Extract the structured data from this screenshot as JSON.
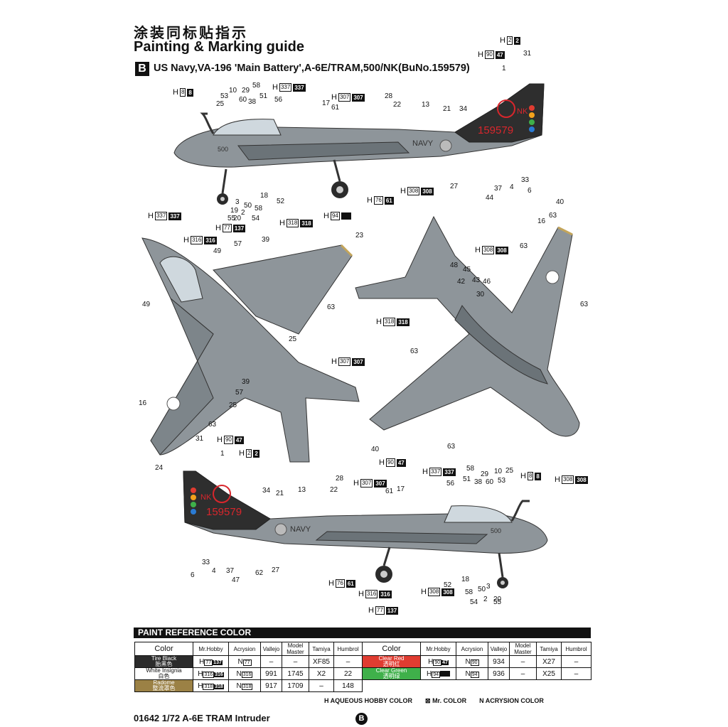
{
  "header": {
    "title_cn": "涂装同标贴指示",
    "title_en": "Painting & Marking guide",
    "variant_badge": "B",
    "subtitle": "US Navy,VA-196 'Main Battery',A-6E/TRAM,500/NK(BuNo.159579)"
  },
  "aircraft_markings": {
    "serial": "159579",
    "tail_code": "NK",
    "navy": "NAVY",
    "modex": "500"
  },
  "side_top": {
    "labels": [
      {
        "t": "1"
      },
      {
        "t": "31"
      },
      {
        "t": "53"
      },
      {
        "t": "10"
      },
      {
        "t": "29"
      },
      {
        "t": "58"
      },
      {
        "t": "25"
      },
      {
        "t": "60"
      },
      {
        "t": "38"
      },
      {
        "t": "51"
      },
      {
        "t": "56"
      },
      {
        "t": "17"
      },
      {
        "t": "61"
      },
      {
        "t": "28"
      },
      {
        "t": "22"
      },
      {
        "t": "13"
      },
      {
        "t": "21"
      },
      {
        "t": "34"
      },
      {
        "t": "18"
      },
      {
        "t": "52"
      },
      {
        "t": "3"
      },
      {
        "t": "50"
      },
      {
        "t": "58"
      },
      {
        "t": "19"
      },
      {
        "t": "2"
      },
      {
        "t": "54"
      },
      {
        "t": "20"
      },
      {
        "t": "55"
      },
      {
        "t": "27"
      },
      {
        "t": "37"
      },
      {
        "t": "4"
      },
      {
        "t": "33"
      },
      {
        "t": "6"
      },
      {
        "t": "44"
      }
    ]
  },
  "side_bottom": {
    "labels": [
      {
        "t": "31"
      },
      {
        "t": "1"
      },
      {
        "t": "58"
      },
      {
        "t": "29"
      },
      {
        "t": "10"
      },
      {
        "t": "25"
      },
      {
        "t": "51"
      },
      {
        "t": "38"
      },
      {
        "t": "60"
      },
      {
        "t": "53"
      },
      {
        "t": "28"
      },
      {
        "t": "56"
      },
      {
        "t": "61"
      },
      {
        "t": "17"
      },
      {
        "t": "22"
      },
      {
        "t": "13"
      },
      {
        "t": "21"
      },
      {
        "t": "34"
      },
      {
        "t": "33"
      },
      {
        "t": "6"
      },
      {
        "t": "4"
      },
      {
        "t": "37"
      },
      {
        "t": "47"
      },
      {
        "t": "62"
      },
      {
        "t": "27"
      },
      {
        "t": "52"
      },
      {
        "t": "18"
      },
      {
        "t": "58"
      },
      {
        "t": "54"
      },
      {
        "t": "50"
      },
      {
        "t": "2"
      },
      {
        "t": "20"
      },
      {
        "t": "3"
      },
      {
        "t": "55"
      }
    ]
  },
  "top_view": {
    "labels": [
      {
        "t": "23"
      },
      {
        "t": "39"
      },
      {
        "t": "57"
      },
      {
        "t": "46"
      },
      {
        "t": "49"
      },
      {
        "t": "49"
      },
      {
        "t": "63"
      },
      {
        "t": "25"
      },
      {
        "t": "39"
      },
      {
        "t": "57"
      },
      {
        "t": "25"
      },
      {
        "t": "16"
      },
      {
        "t": "63"
      },
      {
        "t": "24"
      }
    ]
  },
  "bottom_view": {
    "labels": [
      {
        "t": "40"
      },
      {
        "t": "63"
      },
      {
        "t": "16"
      },
      {
        "t": "63"
      },
      {
        "t": "48"
      },
      {
        "t": "45"
      },
      {
        "t": "42"
      },
      {
        "t": "43"
      },
      {
        "t": "46"
      },
      {
        "t": "30"
      },
      {
        "t": "63"
      },
      {
        "t": "63"
      },
      {
        "t": "63"
      },
      {
        "t": "40"
      }
    ]
  },
  "paint_callouts": [
    {
      "h": "H",
      "n": "2",
      "f": "2"
    },
    {
      "h": "H",
      "n": "90",
      "f": "47"
    },
    {
      "h": "H",
      "n": "8",
      "f": "8"
    },
    {
      "h": "H",
      "n": "337",
      "f": "337"
    },
    {
      "h": "H",
      "n": "307",
      "f": "307"
    },
    {
      "h": "H",
      "n": "76",
      "f": "61"
    },
    {
      "h": "H",
      "n": "308",
      "f": "308"
    },
    {
      "h": "H",
      "n": "337",
      "f": "337"
    },
    {
      "h": "H",
      "n": "77",
      "f": "137"
    },
    {
      "h": "H",
      "n": "316",
      "f": "316"
    },
    {
      "h": "H",
      "n": "318",
      "f": "318"
    },
    {
      "h": "H",
      "n": "94",
      "f": ""
    },
    {
      "h": "H",
      "n": "308",
      "f": "308"
    },
    {
      "h": "H",
      "n": "318",
      "f": "318"
    },
    {
      "h": "H",
      "n": "307",
      "f": "307"
    },
    {
      "h": "H",
      "n": "90",
      "f": "47"
    },
    {
      "h": "H",
      "n": "2",
      "f": "2"
    },
    {
      "h": "H",
      "n": "90",
      "f": "47"
    },
    {
      "h": "H",
      "n": "308",
      "f": "308"
    },
    {
      "h": "H",
      "n": "307",
      "f": "307"
    },
    {
      "h": "H",
      "n": "337",
      "f": "337"
    },
    {
      "h": "H",
      "n": "8",
      "f": "8"
    },
    {
      "h": "H",
      "n": "76",
      "f": "61"
    },
    {
      "h": "H",
      "n": "316",
      "f": "316"
    },
    {
      "h": "H",
      "n": "77",
      "f": "137"
    },
    {
      "h": "H",
      "n": "308",
      "f": "308"
    }
  ],
  "paint_table": {
    "bar_title": "PAINT  REFERENCE COLOR",
    "headers": [
      "Color",
      "Mr.Hobby",
      "Acrysion",
      "Vallejo",
      "Model Master",
      "Tamiya",
      "Humbrol"
    ],
    "left_rows": [
      {
        "name": "Tire Black",
        "name_cn": "胎黑色",
        "color": "#2b2b2b",
        "h": "77",
        "f": "137",
        "acr": "77",
        "vallejo": "–",
        "mm": "–",
        "tamiya": "XF85",
        "humbrol": "–"
      },
      {
        "name": "White Insignia",
        "name_cn": "白色",
        "color": "#ffffff",
        "h": "316",
        "f": "316",
        "acr": "316",
        "vallejo": "991",
        "mm": "1745",
        "tamiya": "X2",
        "humbrol": "22"
      },
      {
        "name": "Radome",
        "name_cn": "整流罩色",
        "color": "#9b8145",
        "h": "318",
        "f": "318",
        "acr": "318",
        "vallejo": "917",
        "mm": "1709",
        "tamiya": "–",
        "humbrol": "148"
      }
    ],
    "right_rows": [
      {
        "name": "Clear Red",
        "name_cn": "透明红",
        "color": "#e03c31",
        "h": "90",
        "f": "47",
        "acr": "90",
        "vallejo": "934",
        "mm": "–",
        "tamiya": "X27",
        "humbrol": "–"
      },
      {
        "name": "Clear Green",
        "name_cn": "透明绿",
        "color": "#3fb04a",
        "h": "94",
        "f": "",
        "acr": "94",
        "vallejo": "936",
        "mm": "–",
        "tamiya": "X25",
        "humbrol": "–"
      }
    ]
  },
  "legend": {
    "aqueous": "H AQUEOUS HOBBY COLOR",
    "mr": "Mr. COLOR",
    "acrysion": "N ACRYSION COLOR"
  },
  "footer": {
    "code": "01642 1/72 A-6E TRAM Intruder",
    "badge": "B"
  },
  "colors": {
    "aircraft_grey": "#8e959a",
    "aircraft_dark": "#5f666b",
    "tail_black": "#2e2e2e",
    "serial_red": "#d8262c",
    "radome_tan": "#c4a55a"
  }
}
